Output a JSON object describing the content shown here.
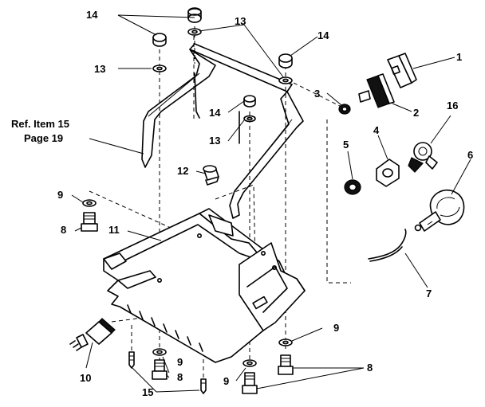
{
  "reference_note": {
    "line1": "Ref. Item 15",
    "line2": "Page 19"
  },
  "callouts": {
    "c1": "1",
    "c2": "2",
    "c3": "3",
    "c4": "4",
    "c5": "5",
    "c6": "6",
    "c7": "7",
    "c8a": "8",
    "c8b": "8",
    "c8c": "8",
    "c9a": "9",
    "c9b": "9",
    "c9c": "9",
    "c9d": "9",
    "c10": "10",
    "c11": "11",
    "c12": "12",
    "c13a": "13",
    "c13b": "13",
    "c13c": "13",
    "c14a": "14",
    "c14b": "14",
    "c14c": "14",
    "c15": "15",
    "c16": "16"
  }
}
